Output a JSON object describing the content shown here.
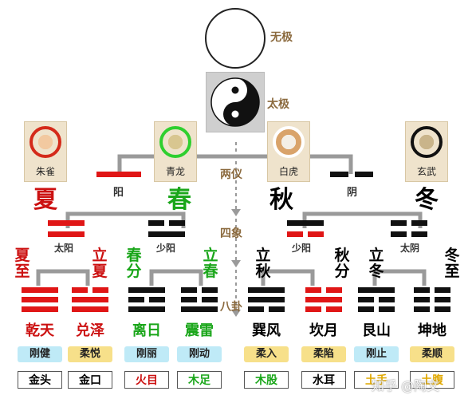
{
  "levels": {
    "wuji": "无极",
    "taiji": "太极",
    "liangyi": "两仪",
    "sixiang": "四象",
    "bagua": "八卦"
  },
  "yin_yang": {
    "yang": "阳",
    "yin": "阴"
  },
  "beasts": [
    {
      "caption": "朱雀",
      "color": "#d42a1a",
      "icon": "vermilion-bird-icon"
    },
    {
      "caption": "青龙",
      "color": "#2fb82f",
      "icon": "azure-dragon-icon"
    },
    {
      "caption": "白虎",
      "color": "#d9a36a",
      "icon": "white-tiger-icon"
    },
    {
      "caption": "玄武",
      "color": "#111111",
      "icon": "black-tortoise-icon"
    }
  ],
  "seasons": [
    {
      "label": "夏",
      "color": "#cc1111"
    },
    {
      "label": "春",
      "color": "#1aa61a"
    },
    {
      "label": "秋",
      "color": "#000000"
    },
    {
      "label": "冬",
      "color": "#000000"
    }
  ],
  "four_images": [
    {
      "label": "太阳"
    },
    {
      "label": "少阳"
    },
    {
      "label": "少阳"
    },
    {
      "label": "太阴"
    }
  ],
  "solar_terms": [
    {
      "text": "夏至",
      "color": "#cc1111"
    },
    {
      "text": "立夏",
      "color": "#cc1111"
    },
    {
      "text": "春分",
      "color": "#1aa61a"
    },
    {
      "text": "立春",
      "color": "#1aa61a"
    },
    {
      "text": "立秋",
      "color": "#000000"
    },
    {
      "text": "秋分",
      "color": "#000000"
    },
    {
      "text": "立冬",
      "color": "#000000"
    },
    {
      "text": "冬至",
      "color": "#000000"
    }
  ],
  "trigrams": [
    {
      "name": "乾天",
      "quality": "刚健",
      "body": "金头",
      "lines": [
        1,
        1,
        1
      ],
      "color": "#e01616",
      "name_color": "#cc1111",
      "qual_bg": "#bfeaf7",
      "body_color": "#000000"
    },
    {
      "name": "兑泽",
      "quality": "柔悦",
      "body": "金口",
      "lines": [
        0,
        1,
        1
      ],
      "color": "#e01616",
      "name_color": "#cc1111",
      "qual_bg": "#f7e08a",
      "body_color": "#000000"
    },
    {
      "name": "离日",
      "quality": "刚丽",
      "body": "火目",
      "lines": [
        1,
        0,
        1
      ],
      "color": "#111111",
      "name_color": "#1aa61a",
      "qual_bg": "#bfeaf7",
      "body_color": "#cc1111"
    },
    {
      "name": "震雷",
      "quality": "刚动",
      "body": "木足",
      "lines": [
        0,
        0,
        1
      ],
      "color": "#111111",
      "name_color": "#1aa61a",
      "qual_bg": "#bfeaf7",
      "body_color": "#1aa61a"
    },
    {
      "name": "巽风",
      "quality": "柔入",
      "body": "木股",
      "lines": [
        1,
        1,
        0
      ],
      "color": "#111111",
      "name_color": "#000000",
      "qual_bg": "#f7e08a",
      "body_color": "#1aa61a"
    },
    {
      "name": "坎月",
      "quality": "柔陷",
      "body": "水耳",
      "lines": [
        0,
        1,
        0
      ],
      "color": "#e01616",
      "name_color": "#000000",
      "qual_bg": "#f7e08a",
      "body_color": "#000000"
    },
    {
      "name": "艮山",
      "quality": "刚止",
      "body": "土手",
      "lines": [
        1,
        0,
        0
      ],
      "color": "#111111",
      "name_color": "#000000",
      "qual_bg": "#bfeaf7",
      "body_color": "#e0a800"
    },
    {
      "name": "坤地",
      "quality": "柔顺",
      "body": "土腹",
      "lines": [
        0,
        0,
        0
      ],
      "color": "#111111",
      "name_color": "#000000",
      "qual_bg": "#f7e08a",
      "body_color": "#e0a800"
    }
  ],
  "watermark": "知乎 @陶文"
}
